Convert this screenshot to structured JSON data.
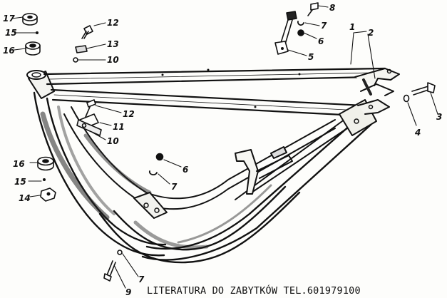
{
  "figure": {
    "callouts": {
      "c17": "17",
      "c15a": "15",
      "c16a": "16",
      "c12a": "12",
      "c13": "13",
      "c10a": "10",
      "c8": "8",
      "c7a": "7",
      "c6a": "6",
      "c5": "5",
      "c1": "1",
      "c2": "2",
      "c3": "3",
      "c4": "4",
      "c12b": "12",
      "c11": "11",
      "c10b": "10",
      "c6b": "6",
      "c7b": "7",
      "c16b": "16",
      "c15b": "15",
      "c14": "14",
      "c7c": "7",
      "c9": "9"
    },
    "footer": "LITERATURA DO ZABYTKÓW TEL.601979100"
  }
}
